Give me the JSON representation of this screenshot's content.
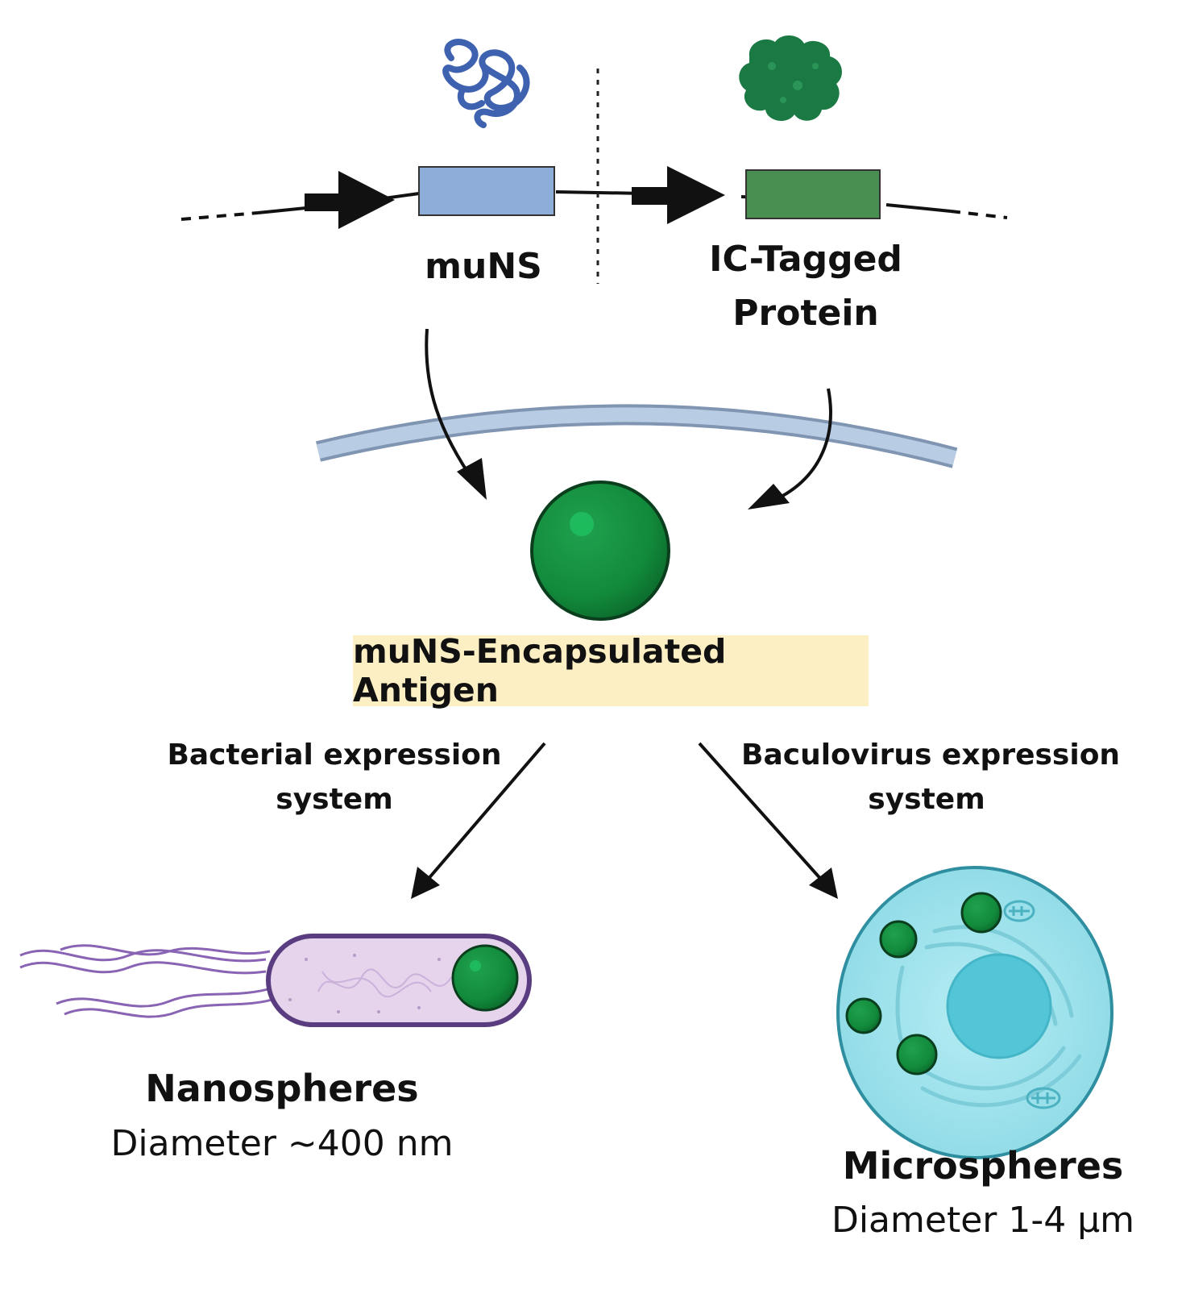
{
  "construct": {
    "gene1_label": "muNS",
    "gene2_label_line1": "IC-Tagged",
    "gene2_label_line2": "Protein"
  },
  "center": {
    "antigen_label": "muNS-Encapsulated Antigen"
  },
  "branches": {
    "left": {
      "system_line1": "Bacterial expression",
      "system_line2": "system",
      "product": "Nanospheres",
      "diameter": "Diameter ~400 nm"
    },
    "right": {
      "system_line1": "Baculovirus expression",
      "system_line2": "system",
      "product": "Microspheres",
      "diameter": "Diameter 1-4 µm"
    }
  },
  "colors": {
    "muns_box": "#8fadd9",
    "ic_box": "#4a8f52",
    "sphere": "#138a3c",
    "muns_protein": "#3e62b0",
    "ic_protein": "#1b7a43",
    "membrane": "#b8cce4",
    "antigen_highlight": "#fdefc4",
    "bacterium": "#e6d3ec",
    "insect_cell": "#a9e5ee"
  }
}
